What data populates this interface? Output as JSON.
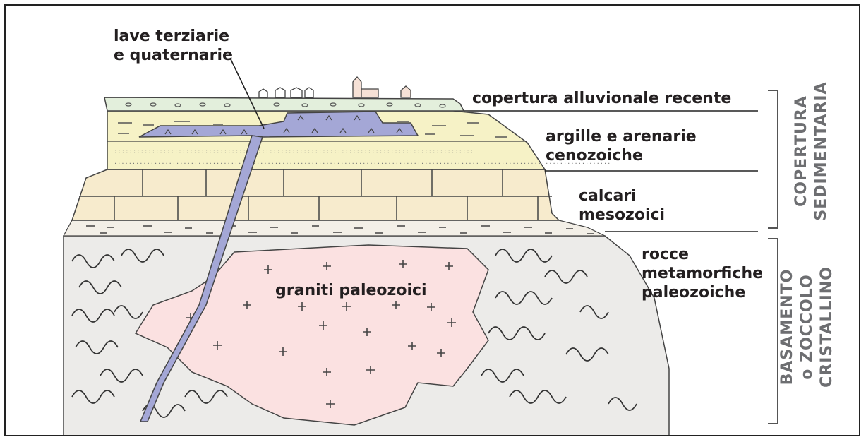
{
  "diagram": {
    "labels": {
      "lave": [
        "lave terziarie",
        "e quaternarie"
      ],
      "alluvionale": "copertura alluvionale recente",
      "argille": [
        "argille e arenarie",
        "cenozoiche"
      ],
      "calcari": [
        "calcari",
        "mesozoici"
      ],
      "rocce": [
        "rocce",
        "metamorfiche",
        "paleozoiche"
      ],
      "graniti": "graniti paleozoici"
    },
    "side_labels": {
      "copertura": [
        "COPERTURA",
        "SEDIMENTARIA"
      ],
      "basamento": [
        "BASAMENTO",
        "o ZOCCOLO",
        "CRISTALLINO"
      ]
    },
    "colors": {
      "alluvium": "#e3efdc",
      "clay": "#f6f2c6",
      "limestone": "#f7ebcd",
      "metamorphic": "#ecebe9",
      "granite": "#fbe1e1",
      "lava": "#a4a7d6",
      "side_text": "#6d6e71"
    }
  }
}
